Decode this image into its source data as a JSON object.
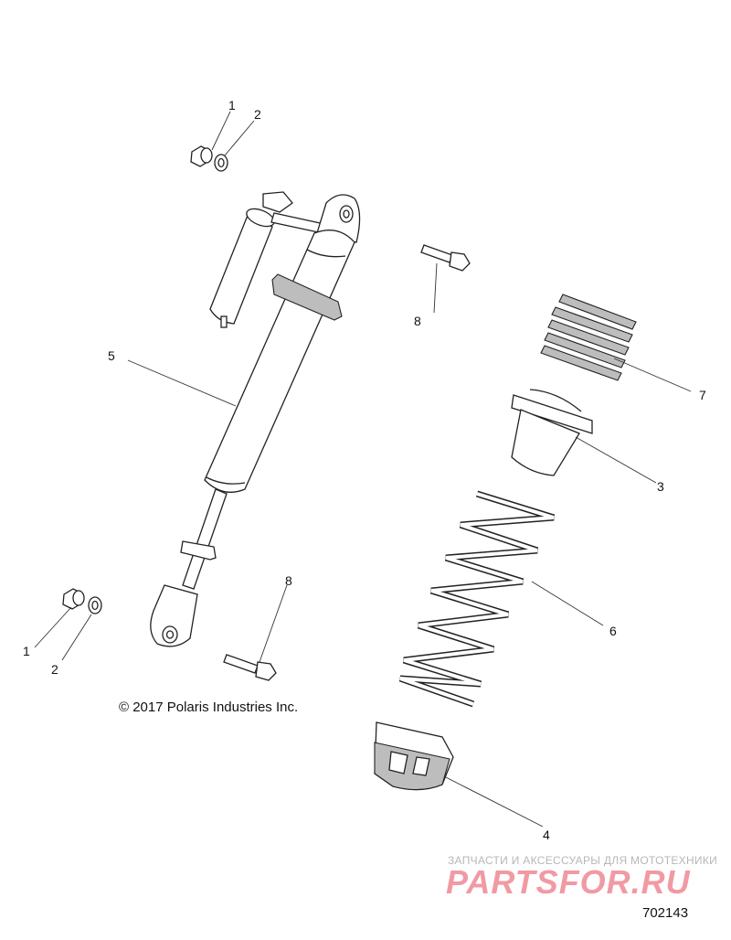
{
  "diagram": {
    "callouts": [
      {
        "id": "c1a",
        "label": "1"
      },
      {
        "id": "c2a",
        "label": "2"
      },
      {
        "id": "c5",
        "label": "5"
      },
      {
        "id": "c8a",
        "label": "8"
      },
      {
        "id": "c7",
        "label": "7"
      },
      {
        "id": "c3",
        "label": "3"
      },
      {
        "id": "c8b",
        "label": "8"
      },
      {
        "id": "c6",
        "label": "6"
      },
      {
        "id": "c1b",
        "label": "1"
      },
      {
        "id": "c2b",
        "label": "2"
      },
      {
        "id": "c4",
        "label": "4"
      }
    ],
    "copyright": "© 2017 Polaris Industries Inc.",
    "diagram_number": "702143"
  },
  "watermark": {
    "line1": "ЗАПЧАСТИ И АКСЕССУАРЫ ДЛЯ МОТОТЕХНИКИ",
    "logo": "PARTSFOR.RU"
  }
}
